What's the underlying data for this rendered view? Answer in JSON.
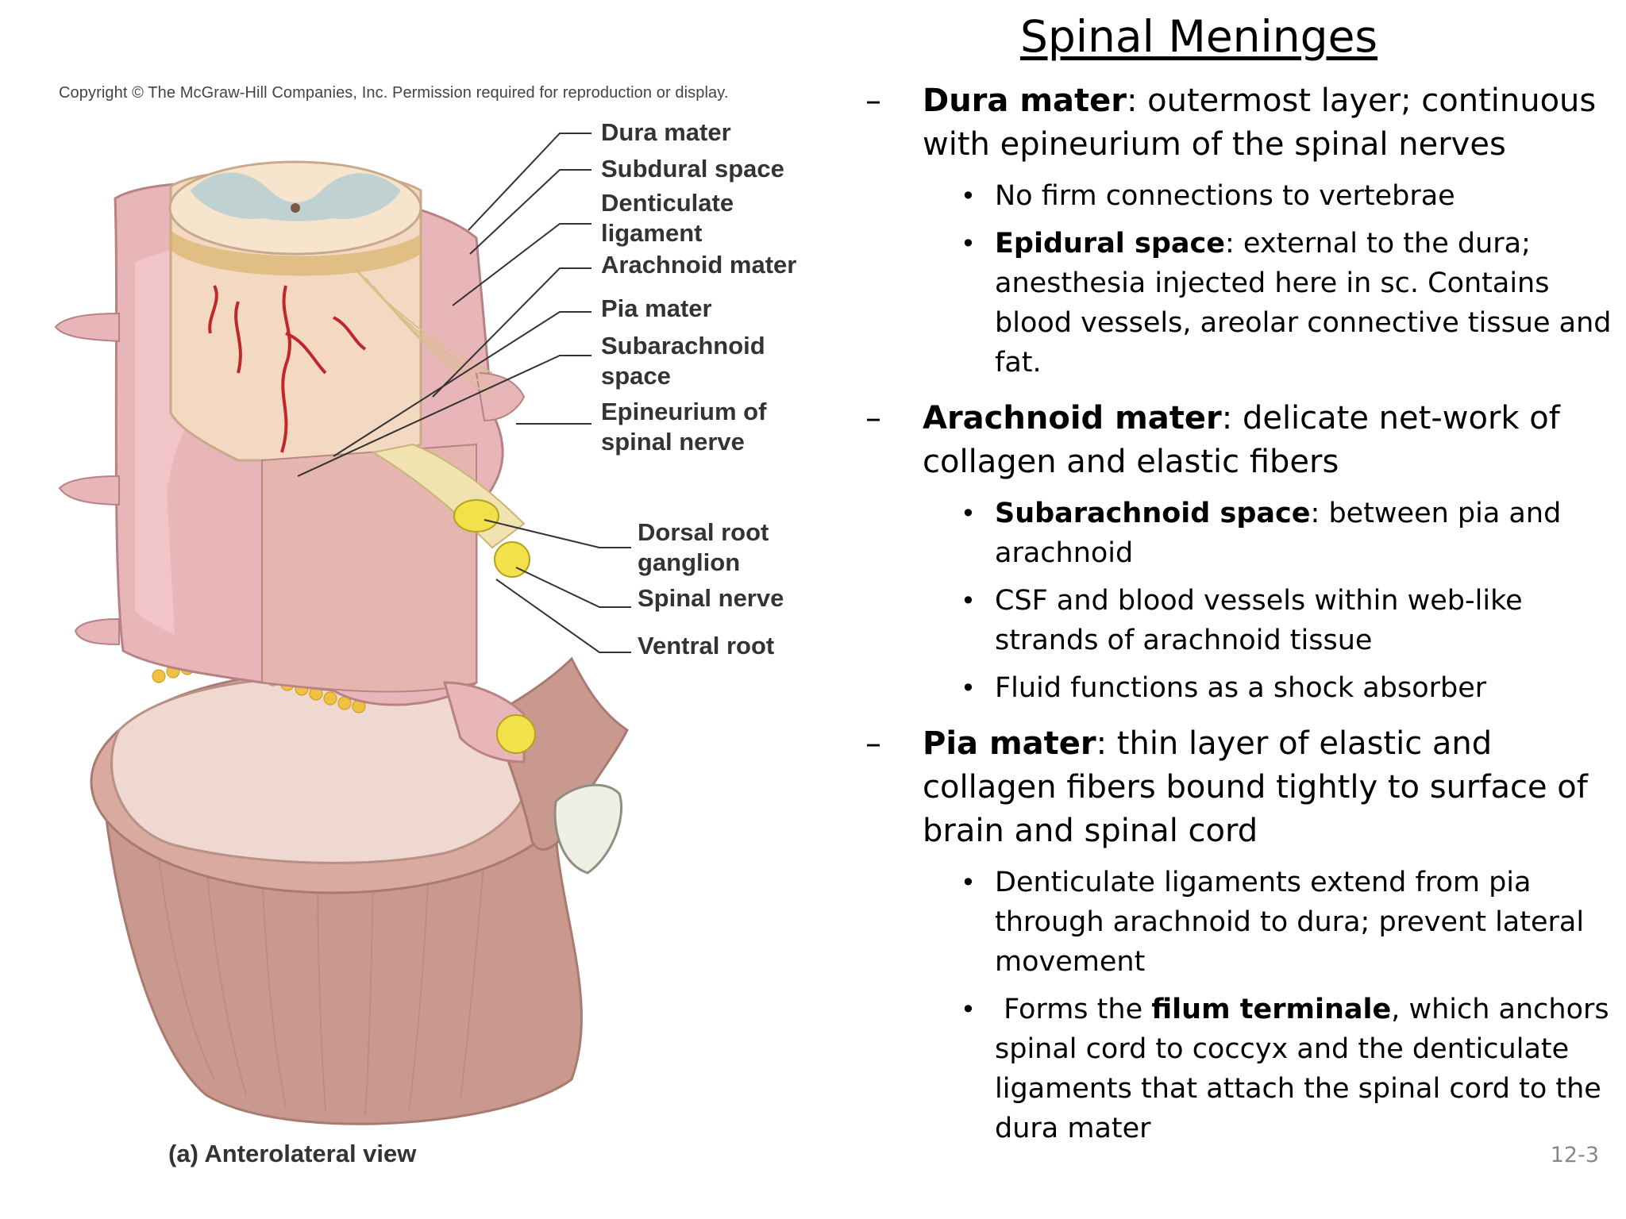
{
  "title": "Spinal Meninges",
  "figure": {
    "copyright": "Copyright © The McGraw-Hill Companies, Inc. Permission required for reproduction or display.",
    "caption": "(a) Anterolateral view",
    "labels": {
      "dura_mater": "Dura mater",
      "subdural_space": "Subdural space",
      "denticulate_1": "Denticulate",
      "denticulate_2": "ligament",
      "arachnoid_mater": "Arachnoid mater",
      "pia_mater": "Pia mater",
      "subarachnoid_1": "Subarachnoid",
      "subarachnoid_2": "space",
      "epineurium_1": "Epineurium of",
      "epineurium_2": "spinal nerve",
      "drg_1": "Dorsal root",
      "drg_2": "ganglion",
      "spinal_nerve": "Spinal nerve",
      "ventral_root": "Ventral root"
    }
  },
  "sections": {
    "dura": {
      "dash": "–",
      "term": "Dura mater",
      "text": ": outermost layer; continuous with epineurium of the spinal nerves",
      "b1": {
        "bullet": "•",
        "text": "No firm connections to vertebrae"
      },
      "b2": {
        "bullet": "•",
        "term": "Epidural space",
        "text": ": external to the dura; anesthesia injected here in sc. Contains blood vessels, areolar connective tissue and fat."
      }
    },
    "arachnoid": {
      "dash": "–",
      "term": "Arachnoid mater",
      "text": ": delicate net-work of collagen and elastic fibers",
      "b1": {
        "bullet": "•",
        "term": "Subarachnoid space",
        "text": ": between pia and arachnoid"
      },
      "b2": {
        "bullet": "•",
        "text": "CSF and blood vessels within web-like strands of arachnoid tissue"
      },
      "b3": {
        "bullet": "•",
        "text": "Fluid functions as a shock absorber"
      }
    },
    "pia": {
      "dash": "–",
      "term": "Pia mater",
      "text": ": thin layer of elastic and collagen fibers bound tightly to surface of brain and spinal cord",
      "b1": {
        "bullet": "•",
        "text": "Denticulate ligaments extend from pia through arachnoid to dura; prevent lateral movement"
      },
      "b2": {
        "bullet": "•",
        "pre": " Forms the ",
        "term": "filum terminale",
        "text": ", which anchors spinal cord to coccyx and the denticulate ligaments that attach the spinal cord to the dura mater"
      }
    }
  },
  "page_number": "12-3",
  "colors": {
    "dura": "#e8b6b8",
    "bone": "#c9998f",
    "cord": "#f3d9c2",
    "gray_matter": "#b9cfd2",
    "vessel": "#c0272d",
    "ganglion": "#f2e14a",
    "fat": "#f0c240"
  }
}
